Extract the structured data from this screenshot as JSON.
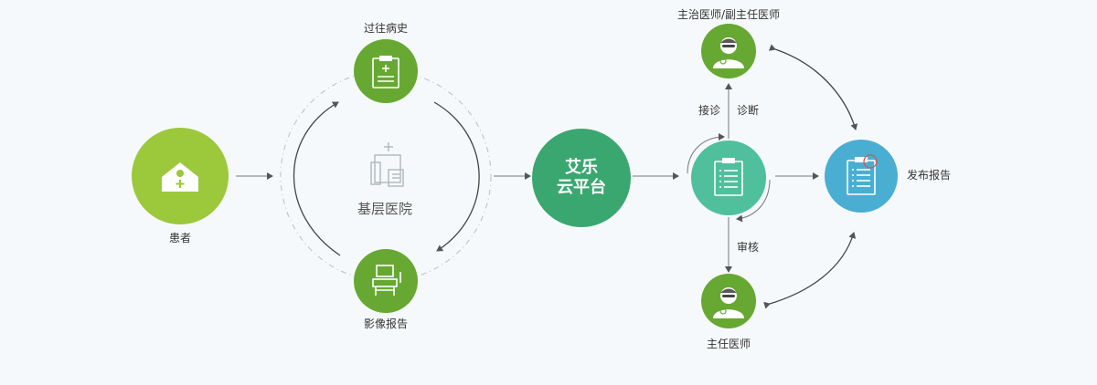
{
  "nodes": {
    "patient": {
      "label": "患者",
      "icon": "house-medical-icon",
      "color": "#9bc93b"
    },
    "history": {
      "label": "过往病史",
      "icon": "clipboard-medical-icon",
      "color": "#67a832"
    },
    "imaging": {
      "label": "影像报告",
      "icon": "ultrasound-machine-icon",
      "color": "#67a832"
    },
    "hospital": {
      "label": "基层医院",
      "icon": "hospital-building-icon"
    },
    "platform": {
      "line1": "艾乐",
      "line2": "云平台",
      "color": "#3aa770"
    },
    "report_center": {
      "icon": "clipboard-list-icon",
      "color": "#4fbf9c"
    },
    "attending": {
      "label": "主治医师/副主任医师",
      "icon": "doctor-icon",
      "color": "#67a832"
    },
    "chief": {
      "label": "主任医师",
      "icon": "doctor-icon",
      "color": "#67a832"
    },
    "publish": {
      "label": "发布报告",
      "icon": "report-publish-icon",
      "color": "#4aaed3"
    }
  },
  "edges": {
    "receive": "接诊",
    "diagnose": "诊断",
    "review": "审核"
  }
}
